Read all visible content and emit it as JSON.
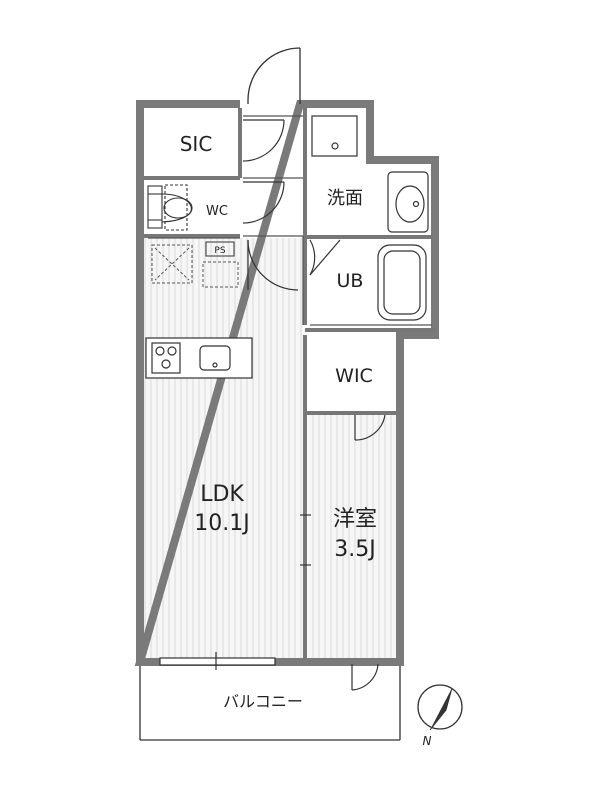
{
  "rooms": {
    "sic": "SIC",
    "wc": "WC",
    "washroom": "洗面",
    "ub": "UB",
    "ps": "PS",
    "wic": "WIC",
    "ldk_name": "LDK",
    "ldk_size": "10.1J",
    "western_name": "洋室",
    "western_size": "3.5J",
    "balcony": "バルコニー"
  },
  "compass": {
    "north_label": "N"
  },
  "colors": {
    "wall": "#7a7a7a",
    "floor_stripe": "#d7d7d7",
    "line": "#333333"
  }
}
